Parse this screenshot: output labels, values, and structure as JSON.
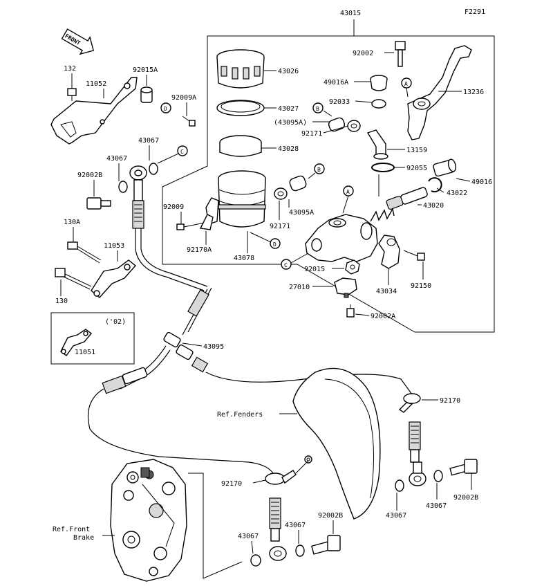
{
  "figure_id": "F2291",
  "front_label": "FRONT",
  "assembly_number": "43015",
  "callouts": {
    "c132": "132",
    "c11052": "11052",
    "c92015A_top": "92015A",
    "c92009A": "92009A",
    "c43067_a": "43067",
    "c43067_b": "43067",
    "c92002B_a": "92002B",
    "c130A": "130A",
    "c11053": "11053",
    "c130": "130",
    "c11051": "11051",
    "c43026": "43026",
    "c43027": "43027",
    "c43028": "43028",
    "c92009": "92009",
    "c92170A": "92170A",
    "c43078": "43078",
    "c43095A_a": "(43095A)",
    "c43095A_b": "43095A",
    "c92171_a": "92171",
    "c92171_b": "92171",
    "c92002": "92002",
    "c49016A": "49016A",
    "c92033": "92033",
    "c13236": "13236",
    "c13159": "13159",
    "c92055": "92055",
    "c49016": "49016",
    "c43022": "43022",
    "c43020": "43020",
    "c92015": "92015",
    "c27010": "27010",
    "c43034": "43034",
    "c92150": "92150",
    "c92002A": "92002A",
    "c43095": "43095",
    "c92170_a": "92170",
    "c92170_b": "92170",
    "c43067_c": "43067",
    "c43067_d": "43067",
    "c43067_e": "43067",
    "c43067_f": "43067",
    "c92002B_b": "92002B",
    "c92002B_c": "92002B"
  },
  "year_note": "('02)",
  "references": {
    "fenders": "Ref.Fenders",
    "front_brake_line1": "Ref.Front",
    "front_brake_line2": "Brake"
  },
  "markers": {
    "A": "A",
    "B": "B",
    "C": "C",
    "D": "D"
  }
}
